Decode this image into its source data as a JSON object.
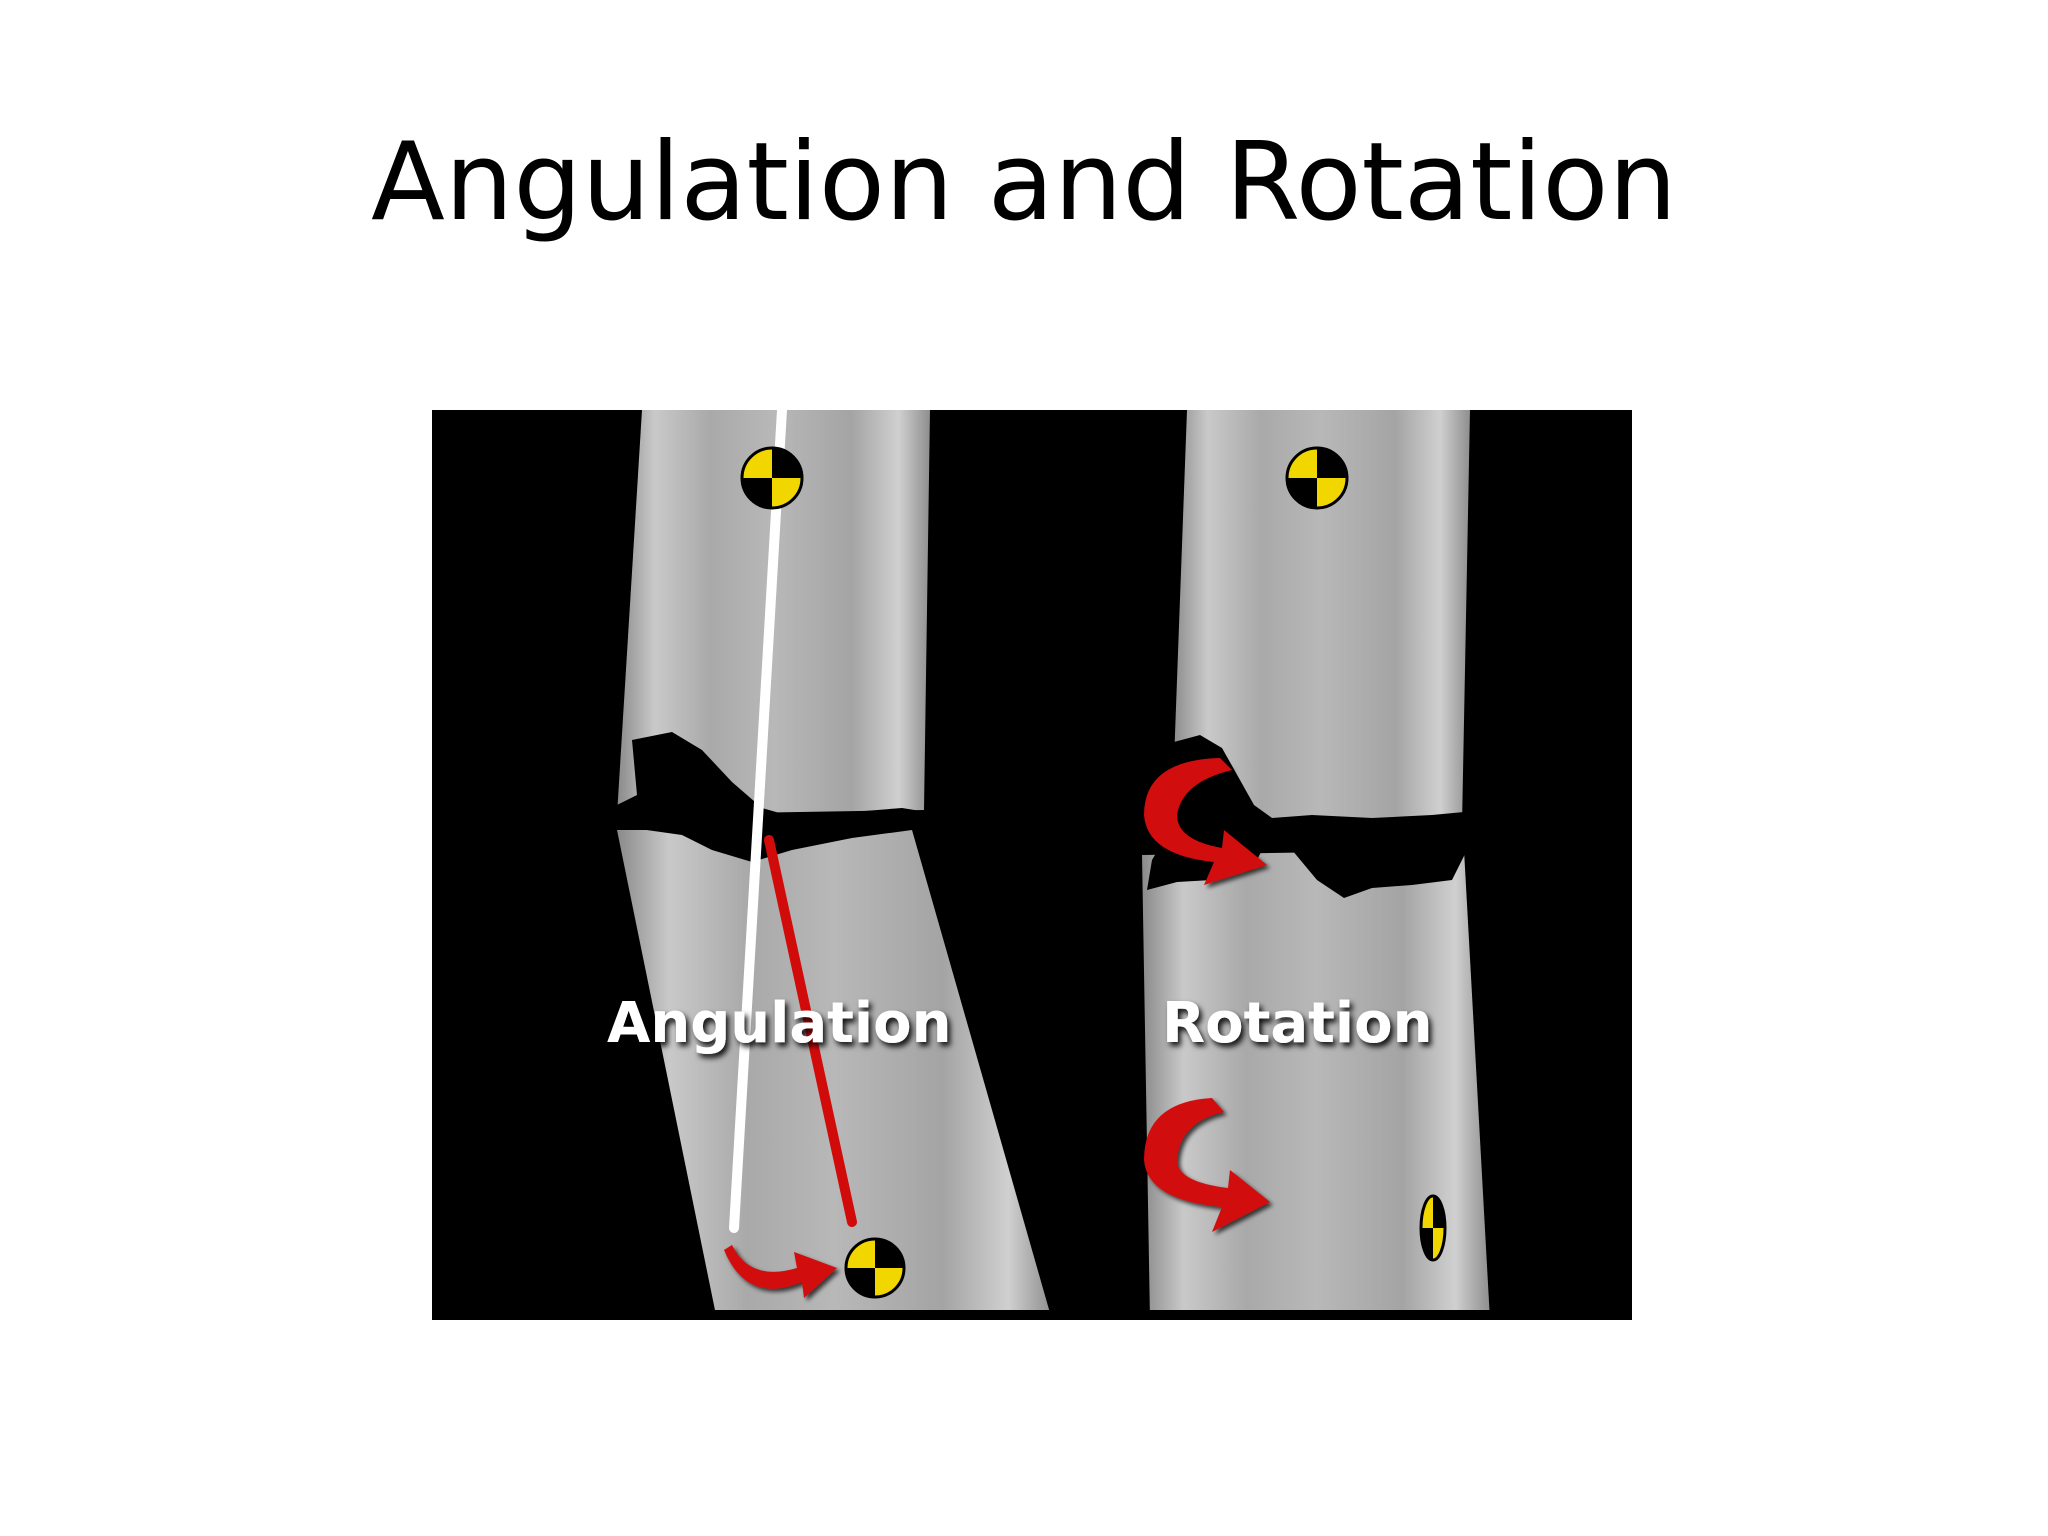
{
  "slide": {
    "title": "Angulation and Rotation"
  },
  "figure": {
    "labels": {
      "left": "Angulation",
      "right": "Rotation"
    },
    "colors": {
      "background": "#000000",
      "bone": "#bdbdbd",
      "arrow": "#d10a0a",
      "reference_line": "#ffffff",
      "marker_yellow": "#f2d600",
      "marker_black": "#000000"
    },
    "icons": [
      "crash-test-marker-icon",
      "curved-arrow-icon"
    ]
  }
}
